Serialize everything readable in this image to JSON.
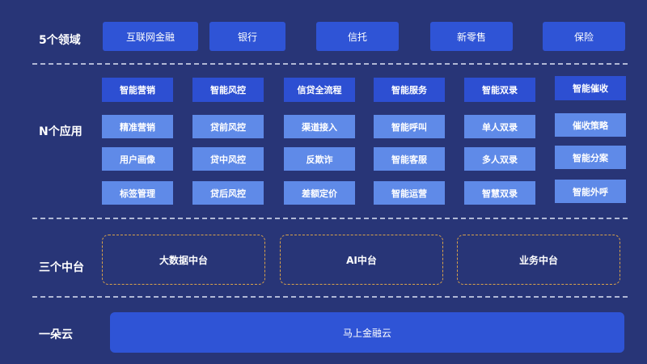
{
  "domains_row": {
    "label": "5个领域",
    "items": [
      "互联网金融",
      "银行",
      "信托",
      "新零售",
      "保险"
    ]
  },
  "apps_row": {
    "label": "N个应用",
    "columns": [
      {
        "head": "智能营销",
        "items": [
          "精准营销",
          "用户画像",
          "标签管理"
        ]
      },
      {
        "head": "智能风控",
        "items": [
          "贷前风控",
          "贷中风控",
          "贷后风控"
        ]
      },
      {
        "head": "信贷全流程",
        "items": [
          "渠道接入",
          "反欺诈",
          "差额定价"
        ]
      },
      {
        "head": "智能服务",
        "items": [
          "智能呼叫",
          "智能客服",
          "智能运营"
        ]
      },
      {
        "head": "智能双录",
        "items": [
          "单人双录",
          "多人双录",
          "智慧双录"
        ]
      },
      {
        "head": "智能催收",
        "items": [
          "催收策略",
          "智能分案",
          "智能外呼"
        ]
      }
    ]
  },
  "platforms_row": {
    "label": "三个中台",
    "items": [
      "大数据中台",
      "AI中台",
      "业务中台"
    ]
  },
  "cloud_row": {
    "label": "一朵云",
    "item": "马上金融云"
  }
}
